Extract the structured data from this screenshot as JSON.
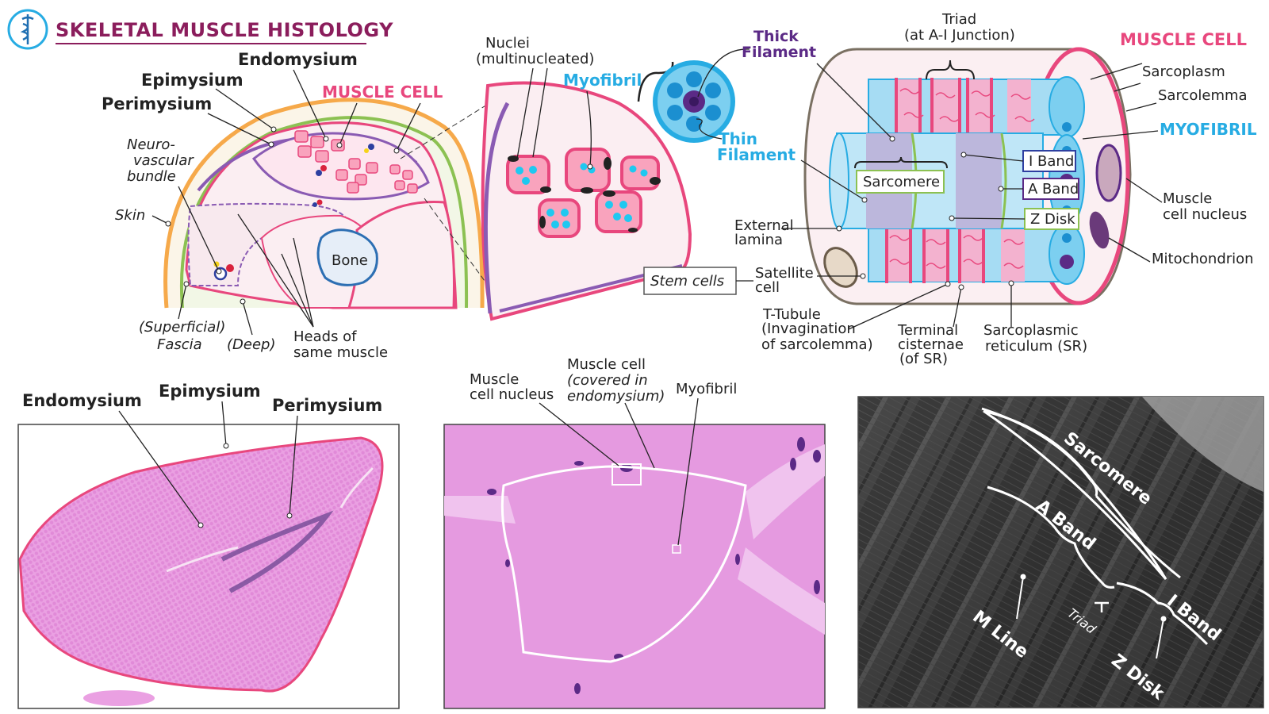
{
  "header": {
    "title": "SKELETAL MUSCLE HISTOLOGY",
    "title_color": "#8b1d5c",
    "icon": "caduceus-icon"
  },
  "gross": {
    "endomysium": "Endomysium",
    "epimysium": "Epimysium",
    "perimysium": "Perimysium",
    "muscle_cell": "MUSCLE CELL",
    "neuro_1": "Neuro-",
    "neuro_2": "vascular",
    "neuro_3": "bundle",
    "skin": "Skin",
    "bone": "Bone",
    "superficial": "(Superficial)",
    "fascia": "Fascia",
    "deep": "(Deep)",
    "heads_1": "Heads of",
    "heads_2": "same muscle"
  },
  "zoom": {
    "nuclei_1": "Nuclei",
    "nuclei_2": "(multinucleated)",
    "myofibril": "Myofibril",
    "thick_1": "Thick",
    "thick_2": "Filament",
    "thin_1": "Thin",
    "thin_2": "Filament"
  },
  "cell": {
    "triad_1": "Triad",
    "triad_2": "(at A-I Junction)",
    "muscle_cell": "MUSCLE CELL",
    "sarcoplasm": "Sarcoplasm",
    "sarcolemma": "Sarcolemma",
    "myofibril": "MYOFIBRIL",
    "i_band": "I Band",
    "a_band": "A Band",
    "z_disk": "Z Disk",
    "sarcomere": "Sarcomere",
    "nucleus_1": "Muscle",
    "nucleus_2": "cell nucleus",
    "mito": "Mitochondrion",
    "ext_1": "External",
    "ext_2": "lamina",
    "stem": "Stem cells",
    "sat_1": "Satellite",
    "sat_2": "cell",
    "tt_1": "T-Tubule",
    "tt_2": "(Invagination",
    "tt_3": "of sarcolemma)",
    "tc_1": "Terminal",
    "tc_2": "cisternae",
    "tc_3": "(of SR)",
    "sr_1": "Sarcoplasmic",
    "sr_2": "reticulum (SR)"
  },
  "micro1": {
    "endomysium": "Endomysium",
    "epimysium": "Epimysium",
    "perimysium": "Perimysium"
  },
  "micro2": {
    "nucleus_1": "Muscle",
    "nucleus_2": "cell nucleus",
    "cell_1": "Muscle cell",
    "cell_2": "(covered in",
    "cell_3": "endomysium)",
    "myofibril": "Myofibril"
  },
  "em": {
    "sarcomere": "Sarcomere",
    "a_band": "A Band",
    "i_band": "I Band",
    "m_line": "M Line",
    "triad": "Triad",
    "z_disk": "Z Disk"
  },
  "colors": {
    "pink": "#e8477d",
    "blue": "#27ace3",
    "purple": "#5b2a86",
    "green": "#8cc152",
    "orange": "#f6a94a",
    "he_stain": "#e59ae0"
  }
}
